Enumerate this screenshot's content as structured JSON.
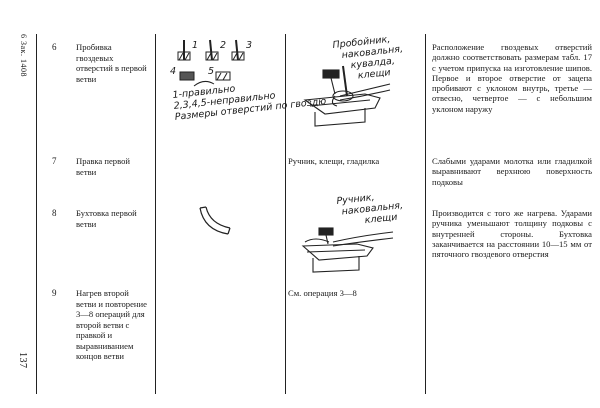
{
  "margin": {
    "top_label": "6  Зак. 1408",
    "bottom_label": "137"
  },
  "rows": [
    {
      "number": "6",
      "operation": "Пробивка гвоздевых отверстий в первой ветви",
      "sketch_labels": [
        "1",
        "2",
        "3",
        "4",
        "5"
      ],
      "sketch_caption": [
        "1-правильно",
        "2,3,4,5-неправильно",
        "Размеры отверстий по гвоздю"
      ],
      "tools_caption": [
        "Пробойник,",
        "наковальня,",
        "кувалда,",
        "клещи"
      ],
      "notes": "Расположение гвоздевых отверстий должно соответствовать размерам табл. 17 с учетом припуска на изготовление шипов. Первое и второе отверстие от зацепа пробивают с уклоном внутрь, третье — отвесно, четвертое — с небольшим уклоном наружу"
    },
    {
      "number": "7",
      "operation": "Правка первой ветви",
      "tools": "Ручник, клещи, гладилка",
      "notes": "Слабыми ударами молотка или гладилкой выравнивают верхнюю поверхность подковы"
    },
    {
      "number": "8",
      "operation": "Бухтовка первой ветви",
      "tools_caption": [
        "Ручник,",
        "наковальня,",
        "клещи"
      ],
      "notes": "Производится с того же нагрева. Ударами ручника уменьшают толщину подковы с внутренней стороны. Бухтовка заканчивается на расстоянии 10—15 мм от пяточного гвоздевого отверстия"
    },
    {
      "number": "9",
      "operation": "Нагрев второй ветви и повторение 3—8 операций для второй ветви с правкой и выравниванием концов ветви",
      "tools": "См. операция 3—8"
    }
  ]
}
